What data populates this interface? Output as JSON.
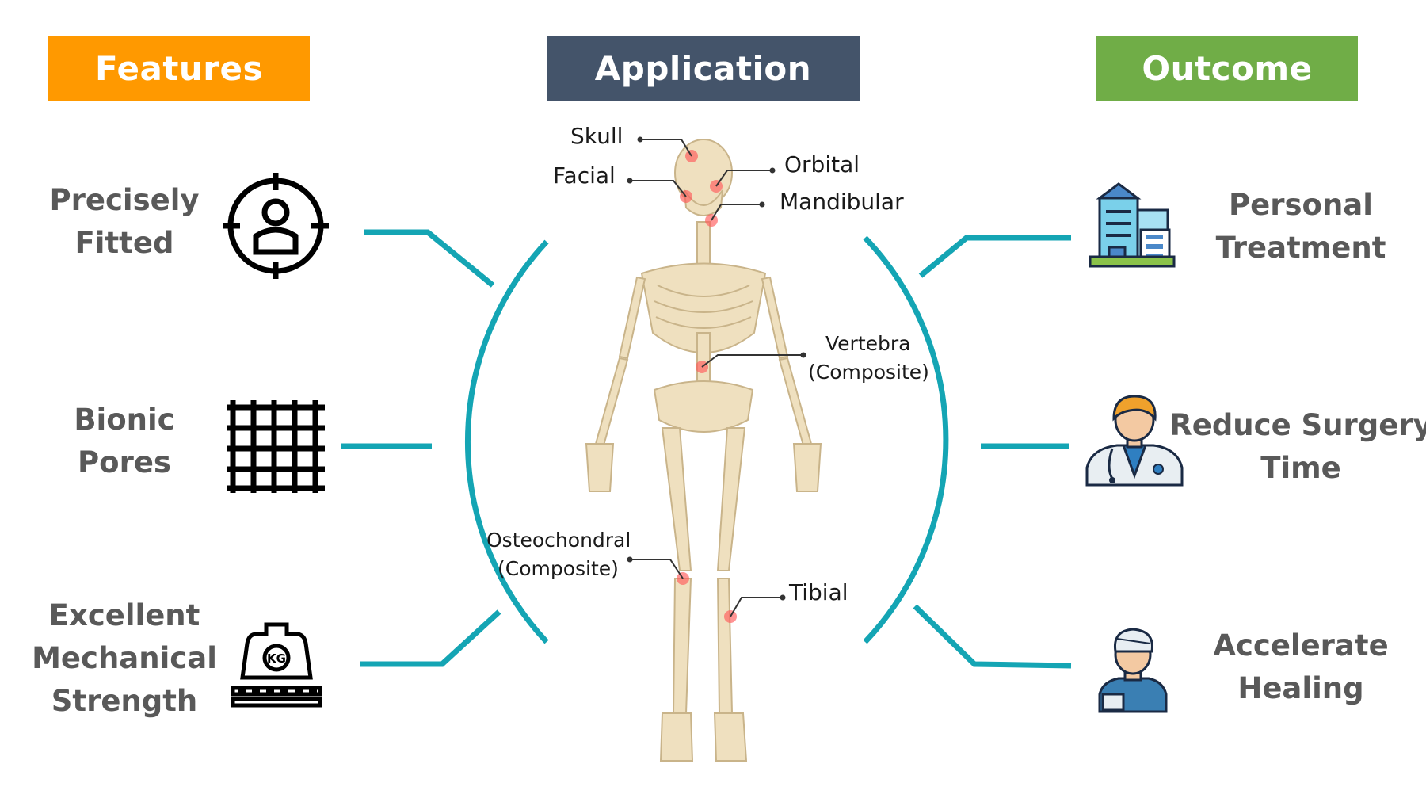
{
  "headers": {
    "features": {
      "label": "Features",
      "color": "#ff9900"
    },
    "application": {
      "label": "Application",
      "color": "#44546a"
    },
    "outcome": {
      "label": "Outcome",
      "color": "#70ad47"
    }
  },
  "connector_color": "#14a5b4",
  "features": [
    {
      "line1": "Precisely",
      "line2": "Fitted",
      "icon": "target-person-icon"
    },
    {
      "line1": "Bionic",
      "line2": "Pores",
      "icon": "grid-icon"
    },
    {
      "line1": "Excellent",
      "line2": "Mechanical",
      "line3": "Strength",
      "icon": "kg-weight-icon"
    }
  ],
  "applications": {
    "skull": "Skull",
    "facial": "Facial",
    "orbital": "Orbital",
    "mandibular": "Mandibular",
    "vertebra_1": "Vertebra",
    "vertebra_2": "(Composite)",
    "osteochondral_1": "Osteochondral",
    "osteochondral_2": "(Composite)",
    "tibial": "Tibial"
  },
  "outcomes": [
    {
      "line1": "Personal",
      "line2": "Treatment",
      "icon": "hospital-icon"
    },
    {
      "line1": "Reduce Surgery",
      "line2": "Time",
      "icon": "doctor-icon"
    },
    {
      "line1": "Accelerate",
      "line2": "Healing",
      "icon": "patient-icon"
    }
  ]
}
